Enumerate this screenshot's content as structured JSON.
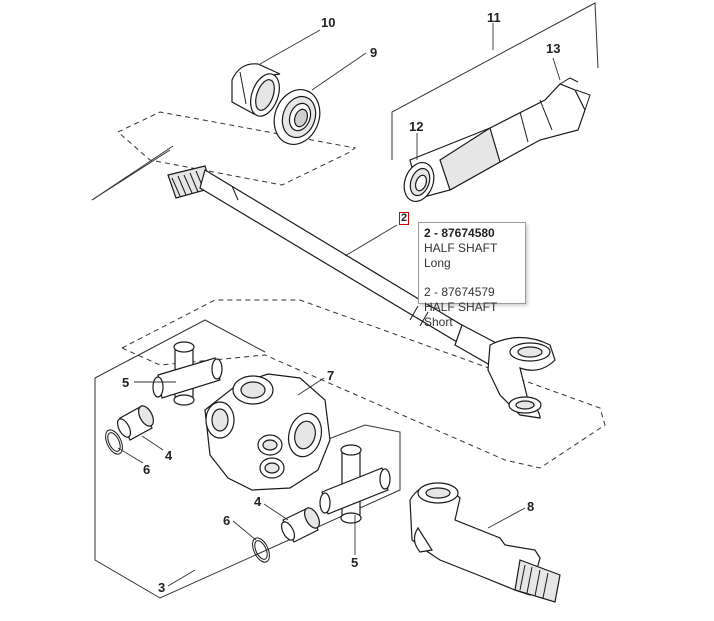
{
  "callouts": {
    "c10": "10",
    "c9": "9",
    "c11": "11",
    "c13": "13",
    "c12": "12",
    "c2": "2",
    "c7": "7",
    "c5a": "5",
    "c4a": "4",
    "c6a": "6",
    "c4b": "4",
    "c6b": "6",
    "c5b": "5",
    "c8": "8",
    "c3": "3"
  },
  "tooltip": {
    "line1": "2 - 87674580",
    "line2": "HALF SHAFT Long",
    "line3": "2 - 87674579",
    "line4": "HALF SHAFT Short"
  },
  "colors": {
    "highlight_border": "#d00000",
    "tooltip_border": "#9a9a9a"
  }
}
